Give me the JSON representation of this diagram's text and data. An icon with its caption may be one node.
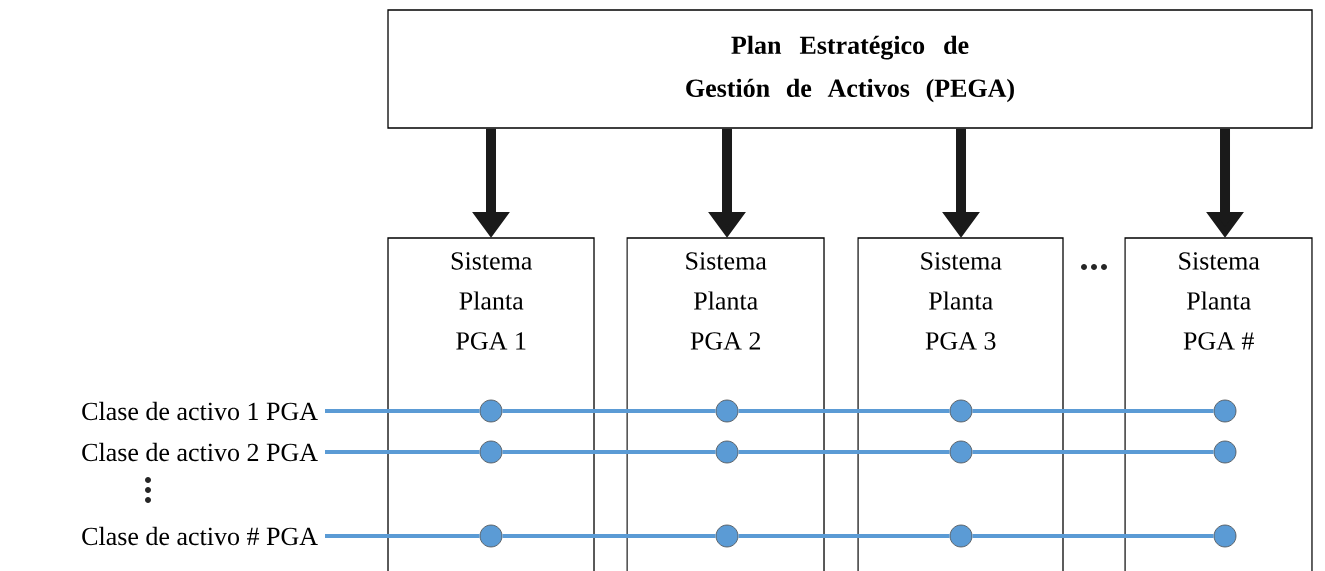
{
  "diagram": {
    "nodes": [
      {
        "text": [
          "Plan Estratégico de Gestión de Activos (PEGA)"
        ]
      },
      {
        "text": [
          "Sistema Planta PGA 1"
        ]
      },
      {
        "text": [
          "Sistema Planta PGA 2"
        ]
      },
      {
        "text": [
          "Sistema Planta PGA 3"
        ]
      },
      {
        "text": [
          "Sistema Planta PGA #"
        ]
      },
      {
        "text": [
          "Clase de activo 1 PGA"
        ]
      },
      {
        "text": [
          "Clase de activo 2 PGA"
        ]
      },
      {
        "text": [
          "Clase de activo # PGA"
        ]
      },
      {
        "text": [],
        "shape": "circle",
        "in": 1
      },
      {
        "text": [],
        "shape": "circle",
        "in": 2
      },
      {
        "text": [],
        "shape": "circle",
        "in": 3
      },
      {
        "text": [],
        "shape": "circle",
        "in": 4
      },
      {
        "text": [],
        "shape": "circle",
        "in": 1
      },
      {
        "text": [],
        "shape": "circle",
        "in": 2
      },
      {
        "text": [],
        "shape": "circle",
        "in": 3
      },
      {
        "text": [],
        "shape": "circle",
        "in": 4
      },
      {
        "text": [],
        "shape": "circle",
        "in": 1
      },
      {
        "text": [],
        "shape": "circle",
        "in": 2
      },
      {
        "text": [],
        "shape": "circle",
        "in": 3
      },
      {
        "text": [],
        "shape": "circle",
        "in": 4
      }
    ],
    "edges": [
      {
        "from": 0,
        "to": 1,
        "arrow": "to",
        "style": "thick",
        "color": "#1a1a1a"
      },
      {
        "from": 0,
        "to": 2,
        "arrow": "to",
        "style": "thick",
        "color": "#1a1a1a"
      },
      {
        "from": 0,
        "to": 3,
        "arrow": "to",
        "style": "thick",
        "color": "#1a1a1a"
      },
      {
        "from": 0,
        "to": 4,
        "arrow": "to",
        "style": "thick",
        "color": "#1a1a1a"
      },
      {
        "from": 5,
        "to": 8,
        "arrow": "none"
      },
      {
        "from": 8,
        "to": 9,
        "arrow": "none"
      },
      {
        "from": 9,
        "to": 10,
        "arrow": "none"
      },
      {
        "from": 10,
        "to": 11,
        "arrow": "none"
      },
      {
        "from": 6,
        "to": 12,
        "arrow": "none"
      },
      {
        "from": 12,
        "to": 13,
        "arrow": "none"
      },
      {
        "from": 13,
        "to": 14,
        "arrow": "none"
      },
      {
        "from": 14,
        "to": 15,
        "arrow": "none"
      },
      {
        "from": 7,
        "to": 16,
        "arrow": "none"
      },
      {
        "from": 16,
        "to": 17,
        "arrow": "none"
      },
      {
        "from": 17,
        "to": 18,
        "arrow": "none"
      },
      {
        "from": 18,
        "to": 19,
        "arrow": "none"
      }
    ]
  }
}
